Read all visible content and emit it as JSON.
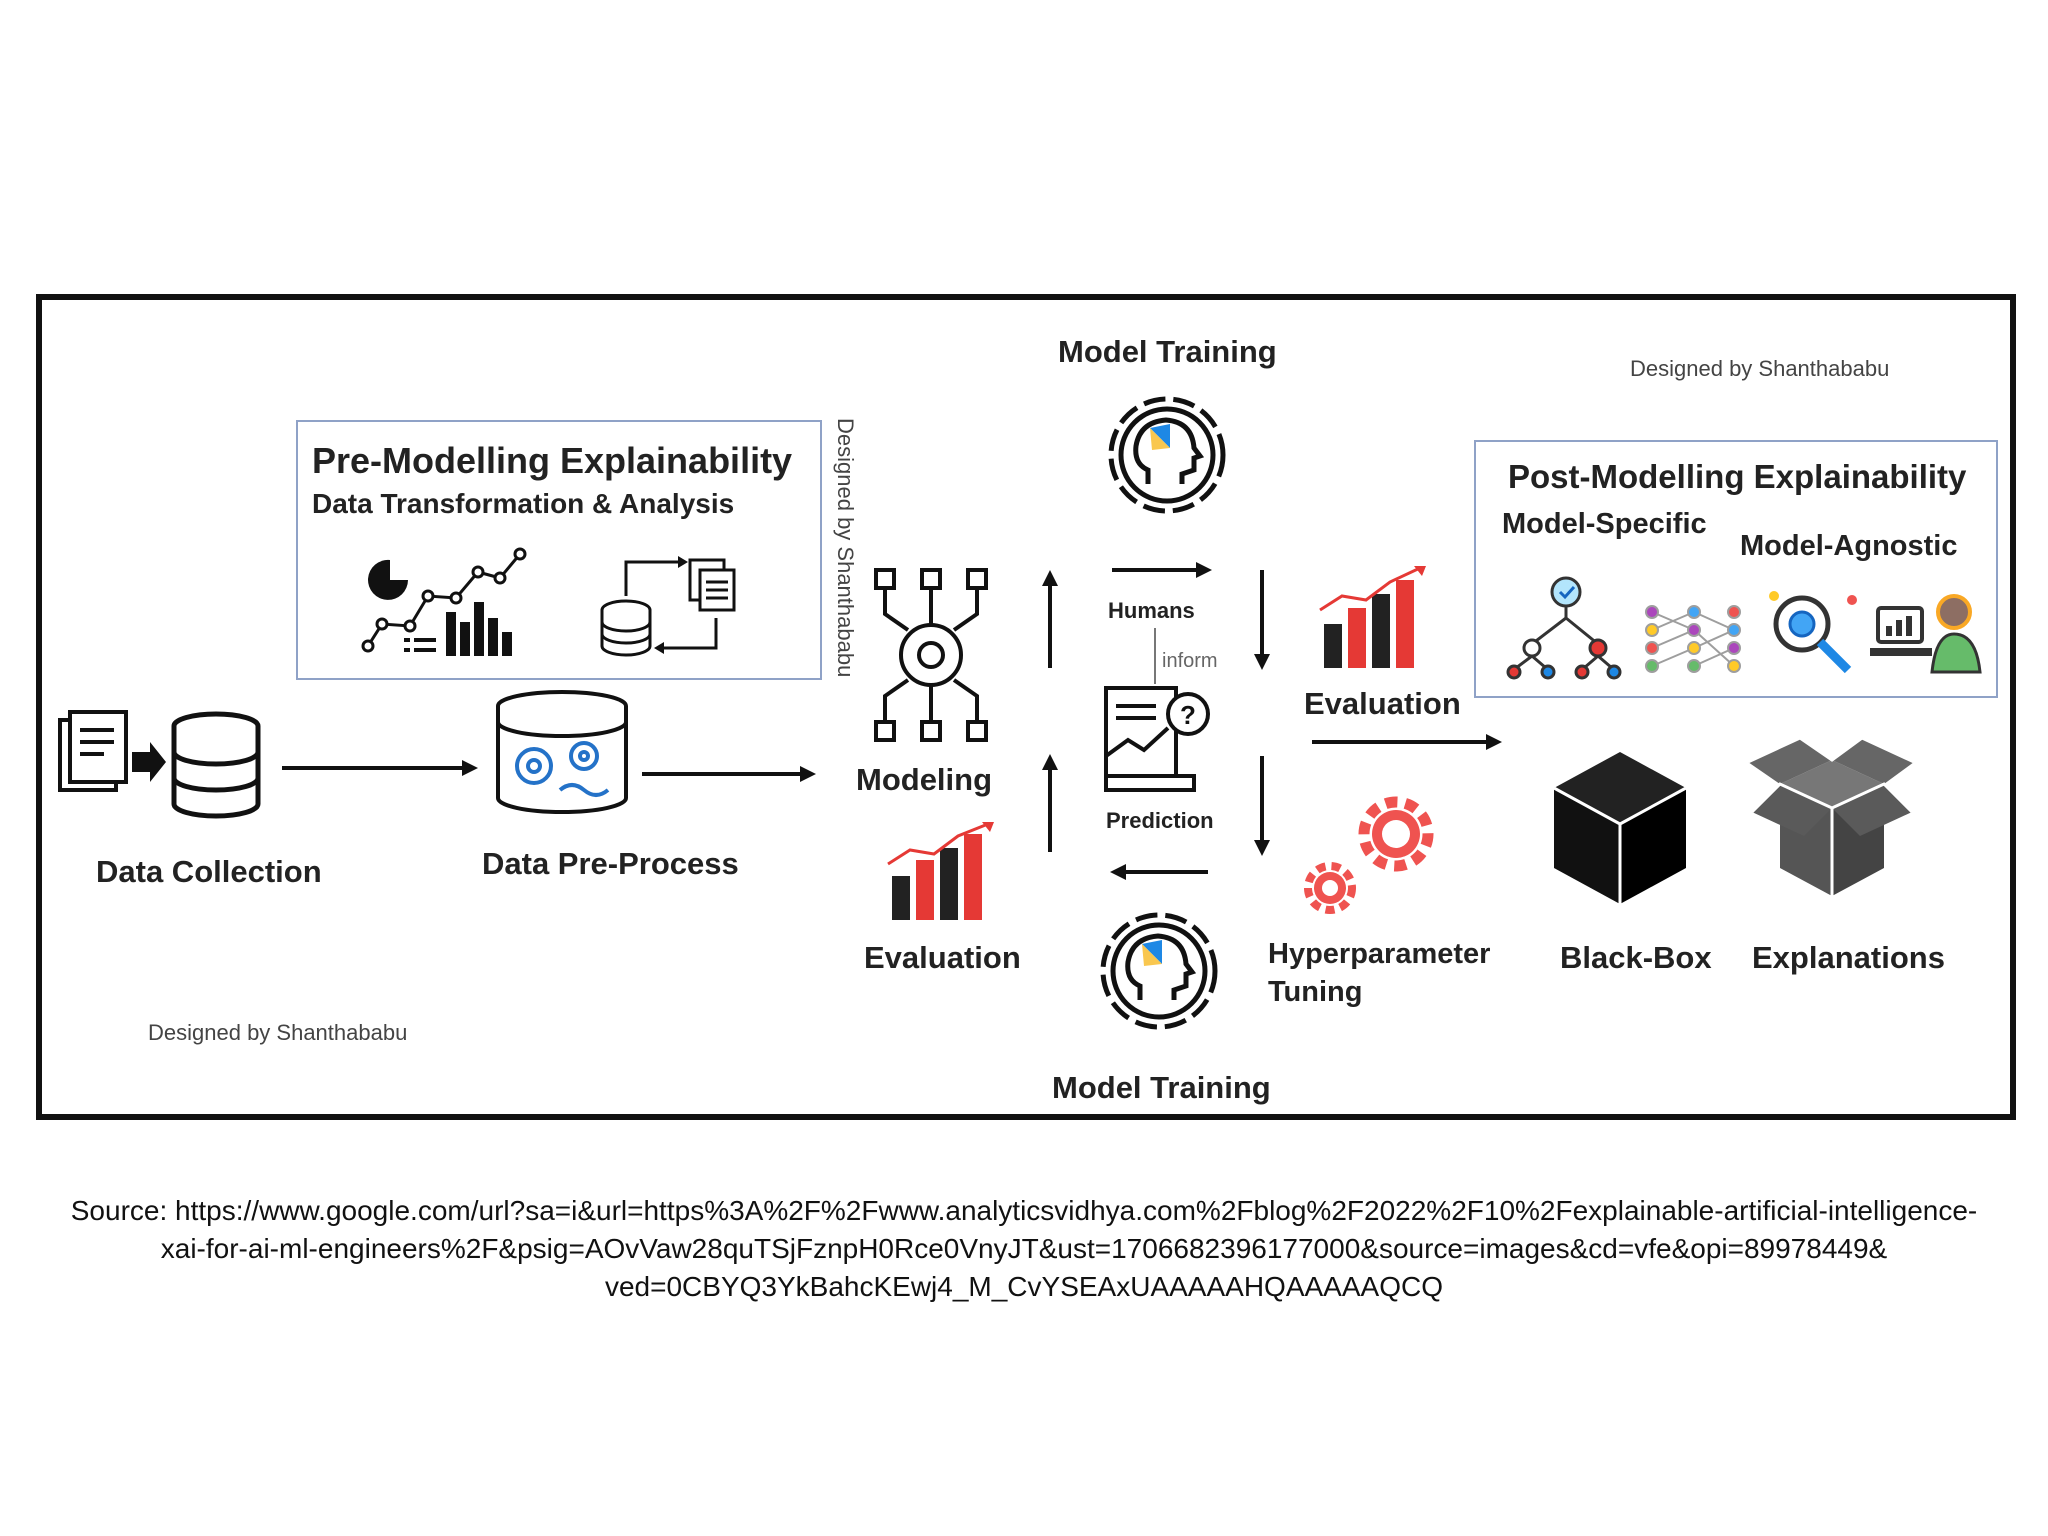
{
  "watermark": "Designed by Shanthababu",
  "pre_modelling": {
    "title": "Pre-Modelling Explainability",
    "subtitle": "Data Transformation & Analysis"
  },
  "post_modelling": {
    "title": "Post-Modelling Explainability",
    "model_specific": "Model-Specific",
    "model_agnostic": "Model-Agnostic"
  },
  "stages": {
    "data_collection": "Data Collection",
    "data_preprocess": "Data Pre-Process",
    "modeling": "Modeling",
    "evaluation_left": "Evaluation",
    "model_training_top": "Model Training",
    "model_training_bottom": "Model Training",
    "humans": "Humans",
    "inform": "inform",
    "prediction": "Prediction",
    "evaluation_right": "Evaluation",
    "hyperparameter_line1": "Hyperparameter",
    "hyperparameter_line2": "Tuning",
    "black_box": "Black-Box",
    "explanations": "Explanations"
  },
  "source_text": "Source: https://www.google.com/url?sa=i&url=https%3A%2F%2Fwww.analyticsvidhya.com%2Fblog%2F2022%2F10%2Fexplainable-artificial-intelligence-xai-for-ai-ml-engineers%2F&psig=AOvVaw28quTSjFznpH0Rce0VnyJT&ust=1706682396177000&source=images&cd=vfe&opi=89978449&ved=0CBYQ3YkBahcKEwj4_M_CvYSEAxUAAAAAHQAAAAAQCQ",
  "colors": {
    "accent_red": "#e53935",
    "accent_blue": "#1e88e5",
    "box_border": "#8fa2c7"
  }
}
